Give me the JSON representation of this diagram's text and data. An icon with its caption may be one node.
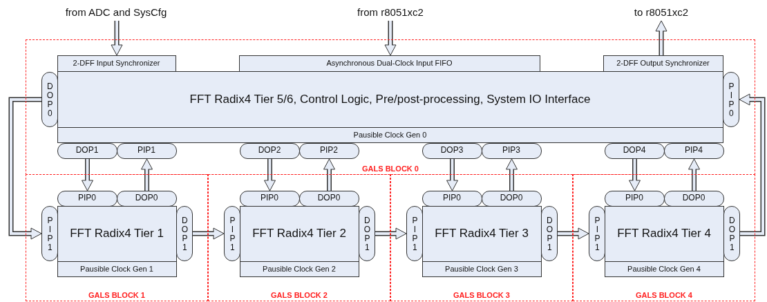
{
  "diagram": {
    "nodes": [
      {
        "text": [
          "from ADC and SysCfg"
        ]
      },
      {
        "text": [
          "from r8051xc2"
        ]
      },
      {
        "text": [
          "to r8051xc2"
        ]
      },
      {
        "text": [
          "GALS BLOCK 0"
        ]
      },
      {
        "text": [
          "2-DFF Input Synchronizer"
        ],
        "in": 3
      },
      {
        "text": [
          "Asynchronous Dual-Clock Input FIFO"
        ],
        "in": 3
      },
      {
        "text": [
          "2-DFF Output Synchronizer"
        ],
        "in": 3
      },
      {
        "text": [
          "DOP0"
        ],
        "in": 3
      },
      {
        "text": [
          "FFT Radix4 Tier 5/6, Control Logic, Pre/post-processing, System IO Interface"
        ],
        "in": 3
      },
      {
        "text": [
          "PIP0"
        ],
        "in": 3
      },
      {
        "text": [
          "Pausible Clock Gen 0"
        ],
        "in": 3
      },
      {
        "text": [
          "DOP1"
        ],
        "in": 3
      },
      {
        "text": [
          "PIP1"
        ],
        "in": 3
      },
      {
        "text": [
          "DOP2"
        ],
        "in": 3
      },
      {
        "text": [
          "PIP2"
        ],
        "in": 3
      },
      {
        "text": [
          "DOP3"
        ],
        "in": 3
      },
      {
        "text": [
          "PIP3"
        ],
        "in": 3
      },
      {
        "text": [
          "DOP4"
        ],
        "in": 3
      },
      {
        "text": [
          "PIP4"
        ],
        "in": 3
      },
      {
        "text": [
          "GALS BLOCK 1"
        ]
      },
      {
        "text": [
          "PIP0"
        ],
        "in": 19
      },
      {
        "text": [
          "DOP0"
        ],
        "in": 19
      },
      {
        "text": [
          "PIP1"
        ],
        "in": 19
      },
      {
        "text": [
          "FFT Radix4 Tier 1"
        ],
        "in": 19
      },
      {
        "text": [
          "DOP1"
        ],
        "in": 19
      },
      {
        "text": [
          "Pausible Clock Gen 1"
        ],
        "in": 19
      },
      {
        "text": [
          "GALS BLOCK 2"
        ]
      },
      {
        "text": [
          "PIP0"
        ],
        "in": 26
      },
      {
        "text": [
          "DOP0"
        ],
        "in": 26
      },
      {
        "text": [
          "PIP1"
        ],
        "in": 26
      },
      {
        "text": [
          "FFT Radix4 Tier 2"
        ],
        "in": 26
      },
      {
        "text": [
          "DOP1"
        ],
        "in": 26
      },
      {
        "text": [
          "Pausible Clock Gen 2"
        ],
        "in": 26
      },
      {
        "text": [
          "GALS BLOCK 3"
        ]
      },
      {
        "text": [
          "PIP0"
        ],
        "in": 33
      },
      {
        "text": [
          "DOP0"
        ],
        "in": 33
      },
      {
        "text": [
          "PIP1"
        ],
        "in": 33
      },
      {
        "text": [
          "FFT Radix4 Tier 3"
        ],
        "in": 33
      },
      {
        "text": [
          "DOP1"
        ],
        "in": 33
      },
      {
        "text": [
          "Pausible Clock Gen 3"
        ],
        "in": 33
      },
      {
        "text": [
          "GALS BLOCK 4"
        ]
      },
      {
        "text": [
          "PIP0"
        ],
        "in": 40
      },
      {
        "text": [
          "DOP0"
        ],
        "in": 40
      },
      {
        "text": [
          "PIP1"
        ],
        "in": 40
      },
      {
        "text": [
          "FFT Radix4 Tier 4"
        ],
        "in": 40
      },
      {
        "text": [
          "DOP1"
        ],
        "in": 40
      },
      {
        "text": [
          "Pausible Clock Gen 4"
        ],
        "in": 40
      }
    ],
    "edges": [
      {
        "from": 0,
        "to": 4,
        "arrow": "to"
      },
      {
        "from": 1,
        "to": 5,
        "arrow": "to"
      },
      {
        "from": 6,
        "to": 2,
        "arrow": "to"
      },
      {
        "from": 11,
        "to": 20,
        "arrow": "to"
      },
      {
        "from": 21,
        "to": 12,
        "arrow": "to"
      },
      {
        "from": 13,
        "to": 27,
        "arrow": "to"
      },
      {
        "from": 28,
        "to": 14,
        "arrow": "to"
      },
      {
        "from": 15,
        "to": 34,
        "arrow": "to"
      },
      {
        "from": 35,
        "to": 16,
        "arrow": "to"
      },
      {
        "from": 17,
        "to": 41,
        "arrow": "to"
      },
      {
        "from": 42,
        "to": 18,
        "arrow": "to"
      },
      {
        "from": 7,
        "to": 22,
        "arrow": "to"
      },
      {
        "from": 24,
        "to": 29,
        "arrow": "to"
      },
      {
        "from": 31,
        "to": 36,
        "arrow": "to"
      },
      {
        "from": 38,
        "to": 43,
        "arrow": "to"
      },
      {
        "from": 45,
        "to": 9,
        "arrow": "to"
      }
    ]
  }
}
